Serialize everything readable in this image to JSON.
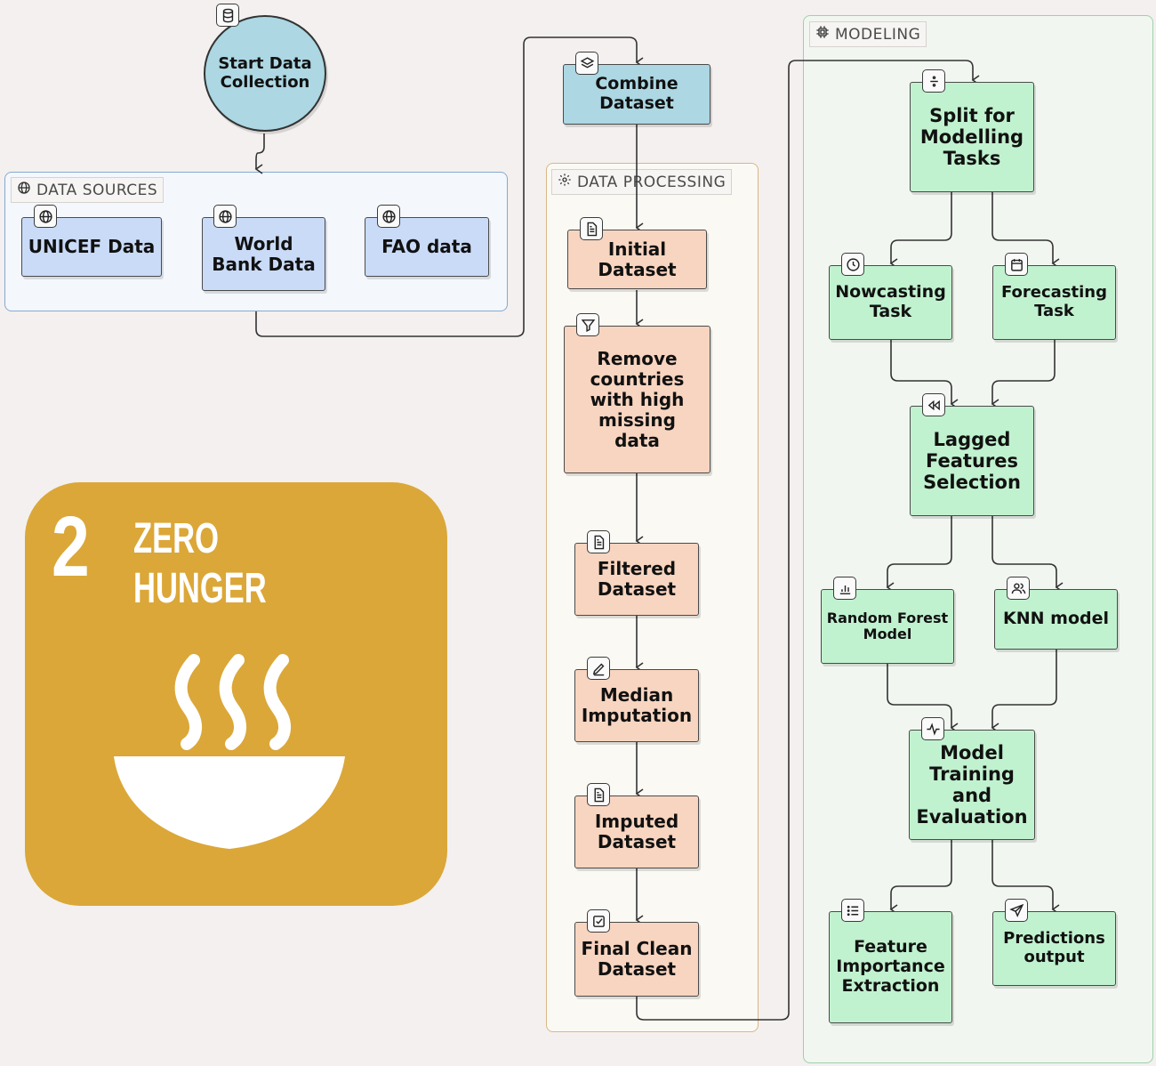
{
  "groups": {
    "data_sources": "DATA SOURCES",
    "data_processing": "DATA PROCESSING",
    "modeling": "MODELING"
  },
  "nodes": {
    "start": "Start Data Collection",
    "unicef": "UNICEF Data",
    "world_bank": "World Bank Data",
    "fao": "FAO data",
    "combine": "Combine Dataset",
    "initial": "Initial Dataset",
    "remove": "Remove countries with high missing data",
    "filtered": "Filtered Dataset",
    "median": "Median Imputation",
    "imputed": "Imputed Dataset",
    "final": "Final Clean Dataset",
    "split": "Split for Modelling Tasks",
    "nowcasting": "Nowcasting Task",
    "forecasting": "Forecasting Task",
    "lagged": "Lagged Features Selection",
    "rf": "Random Forest Model",
    "knn": "KNN model",
    "training": "Model Training and Evaluation",
    "importance": "Feature Importance Extraction",
    "predictions": "Predictions output"
  },
  "icons": {
    "start": "database-icon",
    "sources": "globe-icon",
    "combine": "layers-icon",
    "initial": "document-icon",
    "remove": "filter-icon",
    "median": "pencil-icon",
    "final": "checkbox-icon",
    "split": "divide-icon",
    "nowcasting": "clock-icon",
    "forecasting": "calendar-icon",
    "lagged": "rewind-icon",
    "rf": "bar-chart-icon",
    "knn": "users-icon",
    "training": "activity-icon",
    "importance": "list-icon",
    "predictions": "send-icon",
    "processing": "gear-icon",
    "modeling": "chip-icon"
  },
  "sdg": {
    "number": "2",
    "line1": "ZERO",
    "line2": "HUNGER"
  },
  "colors": {
    "start": "#acd7e3",
    "source": "#c9dbf7",
    "processing": "#f8d5c0",
    "modeling": "#c1f2cf",
    "sdg": "#dba738"
  }
}
